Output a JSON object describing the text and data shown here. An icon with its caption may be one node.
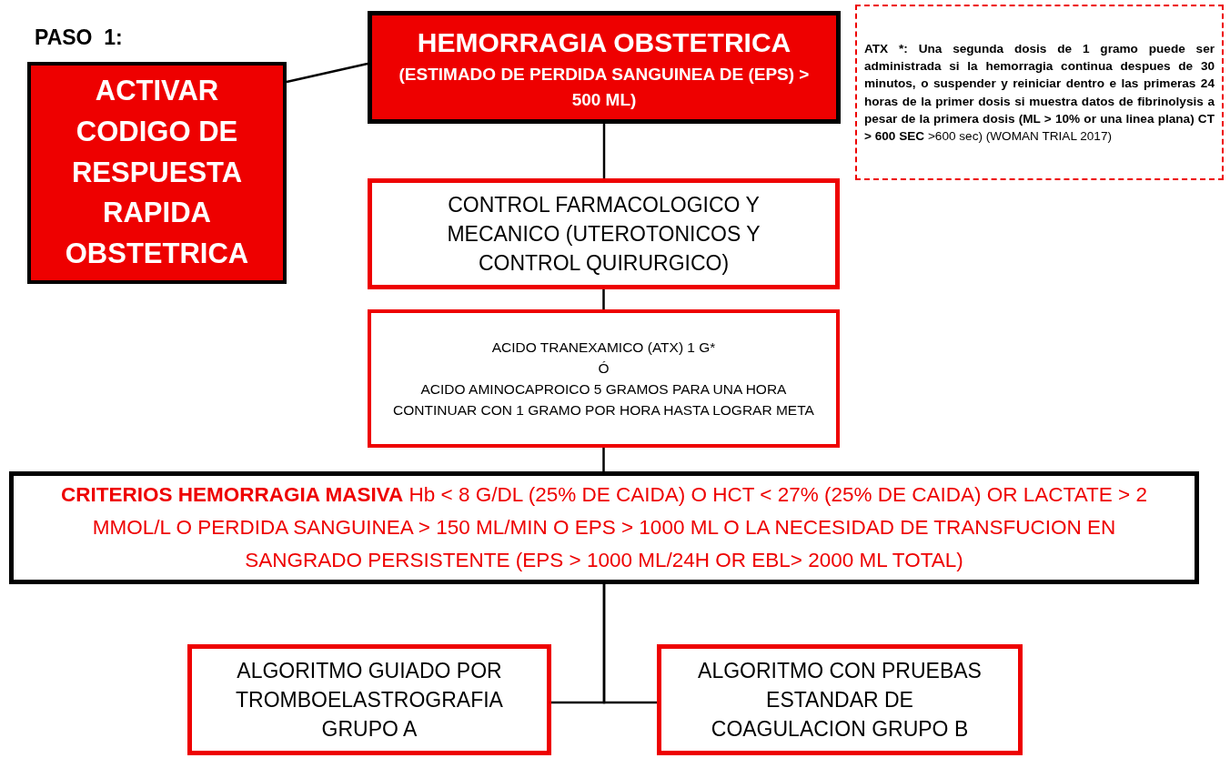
{
  "diagram": {
    "nodes": [
      {
        "text": [
          "HEMORRAGIA OBSTETRICA",
          "(ESTIMADO DE PERDIDA SANGUINEA DE (EPS) > 500 ML)"
        ]
      },
      {
        "text": [
          "ACTIVAR CODIGO DE RESPUESTA RAPIDA OBSTETRICA"
        ]
      },
      {
        "text": [
          "**ATX *: Una segunda dosis de 1 gramo puede ser administrada si la hemorragia continua despues de 30 minutos, o suspender y reiniciar dentro e las primeras 24 horas de la primer dosis si muestra datos de fibrinolysis a pesar de la primera dosis (ML > 10% or una linea plana) CT > 600 SEC** >600 sec) (WOMAN TRIAL 2017)"
        ]
      },
      {
        "text": [
          "CONTROL FARMACOLOGICO Y MECANICO (UTEROTONICOS Y CONTROL QUIRURGICO)"
        ]
      },
      {
        "text": [
          "ACIDO TRANEXAMICO (ATX) 1 G*",
          "Ó",
          "ACIDO AMINOCAPROICO 5 GRAMOS PARA UNA HORA CONTINUAR CON 1 GRAMO POR HORA HASTA LOGRAR META"
        ]
      },
      {
        "text": [
          "**CRITERIOS HEMORRAGIA MASIVA** Hb < 8 G/DL (25% DE CAIDA) O HCT < 27% (25% DE CAIDA) OR LACTATE > 2 MMOL/L O PERDIDA SANGUINEA > 150 ML/MIN O EPS > 1000 ML O LA NECESIDAD DE TRANSFUCION EN SANGRADO PERSISTENTE (EPS > 1000 ML/24H OR EBL> 2000 ML TOTAL)"
        ]
      },
      {
        "text": [
          "ALGORITMO GUIADO POR TROMBOELASTROGRAFIA GRUPO A"
        ]
      },
      {
        "text": [
          "ALGORITMO CON PRUEBAS ESTANDAR DE COAGULACION GRUPO B"
        ]
      }
    ],
    "edges": [
      {
        "from": 1,
        "to": 0,
        "arrow": "none"
      },
      {
        "from": 0,
        "to": 3,
        "arrow": "none"
      },
      {
        "from": 3,
        "to": 4,
        "arrow": "none"
      },
      {
        "from": 4,
        "to": 5,
        "arrow": "none"
      },
      {
        "from": 5,
        "to": 6,
        "arrow": "none"
      },
      {
        "from": 5,
        "to": 7,
        "arrow": "none"
      }
    ],
    "labels": [
      "PASO  1:"
    ]
  }
}
